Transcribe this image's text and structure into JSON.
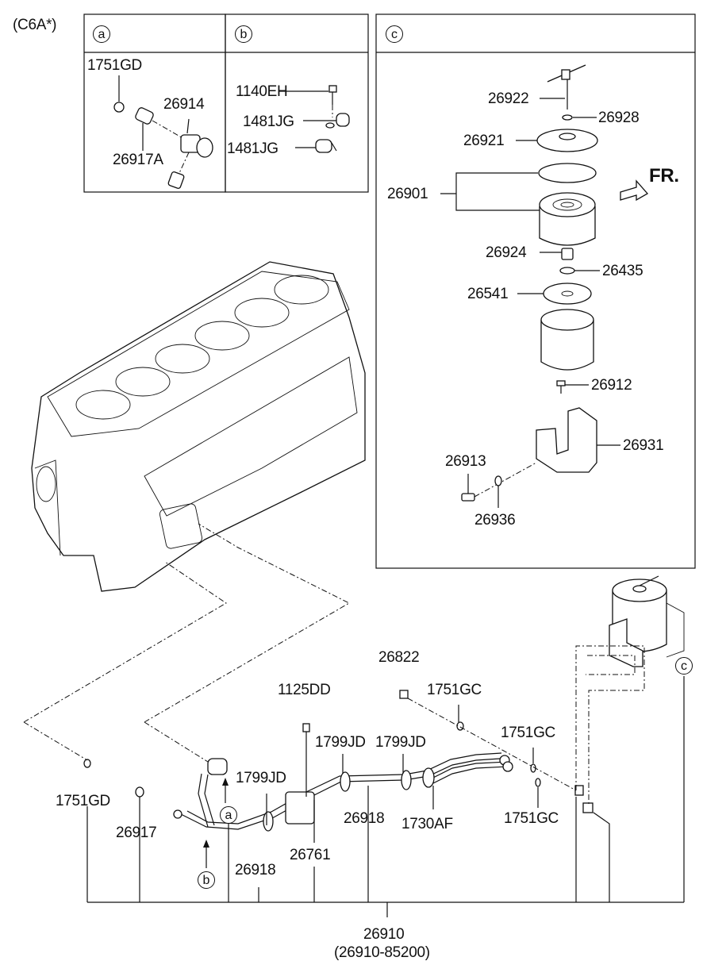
{
  "model_tag": "(C6A*)",
  "callouts": {
    "a": "a",
    "b": "b",
    "c": "c"
  },
  "fr_arrow": {
    "label": "FR.",
    "icon": "front-direction-arrow-icon"
  },
  "detail_a_labels": {
    "p1751GD": "1751GD",
    "p26914": "26914",
    "p26917A": "26917A"
  },
  "detail_b_labels": {
    "p1140EH": "1140EH",
    "p1481JG_upper": "1481JG",
    "p1481JG_lower": "1481JG"
  },
  "detail_c_labels": {
    "p26922": "26922",
    "p26928": "26928",
    "p26921": "26921",
    "p26901": "26901",
    "p26924": "26924",
    "p26435": "26435",
    "p26541": "26541",
    "p26912": "26912",
    "p26931": "26931",
    "p26913": "26913",
    "p26936": "26936"
  },
  "main_labels": {
    "p26822": "26822",
    "p1751GC_top": "1751GC",
    "p1125DD": "1125DD",
    "p1751GC_mid": "1751GC",
    "p1799JD_left": "1799JD",
    "p1799JD_right": "1799JD",
    "p1799JD_low": "1799JD",
    "p1751GD": "1751GD",
    "p26917": "26917",
    "p26918_mid": "26918",
    "p1730AF": "1730AF",
    "p1751GC_low": "1751GC",
    "p26918_low": "26918",
    "p26761": "26761",
    "p26910": "26910",
    "p26910_sub": "(26910-85200)"
  },
  "colors": {
    "line": "#111111",
    "background": "#ffffff"
  }
}
